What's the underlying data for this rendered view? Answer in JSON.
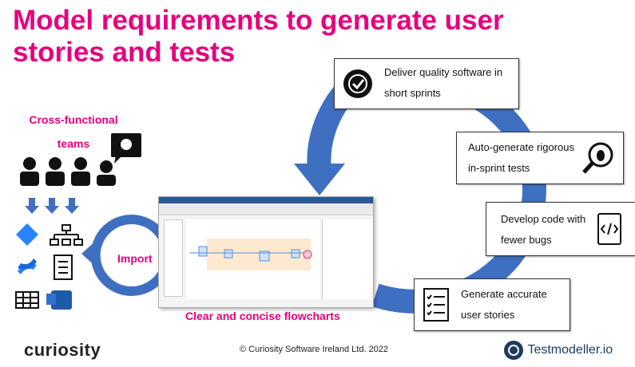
{
  "title": "Model requirements to generate user stories and tests",
  "teams_label": "Cross-functional teams",
  "import_label": "Import",
  "flowcharts_label": "Clear and concise flowcharts",
  "boxes": [
    {
      "text": "Deliver quality software in short sprints",
      "icon": "verified-check-badge-icon"
    },
    {
      "text": "Auto-generate rigorous in-sprint tests",
      "icon": "bug-magnifier-icon"
    },
    {
      "text": "Develop code with fewer bugs",
      "icon": "code-tablet-icon"
    },
    {
      "text": "Generate accurate user stories",
      "icon": "checklist-icon"
    }
  ],
  "footer": {
    "copyright": "© Curiosity Software Ireland Ltd. 2022",
    "curiosity_logo": "curiosity",
    "testmodeller_logo": "Testmodeller.io"
  },
  "colors": {
    "accent_pink": "#e6007e",
    "cycle_blue": "#3f6fc1",
    "brand_blue": "#1e6fc4"
  }
}
